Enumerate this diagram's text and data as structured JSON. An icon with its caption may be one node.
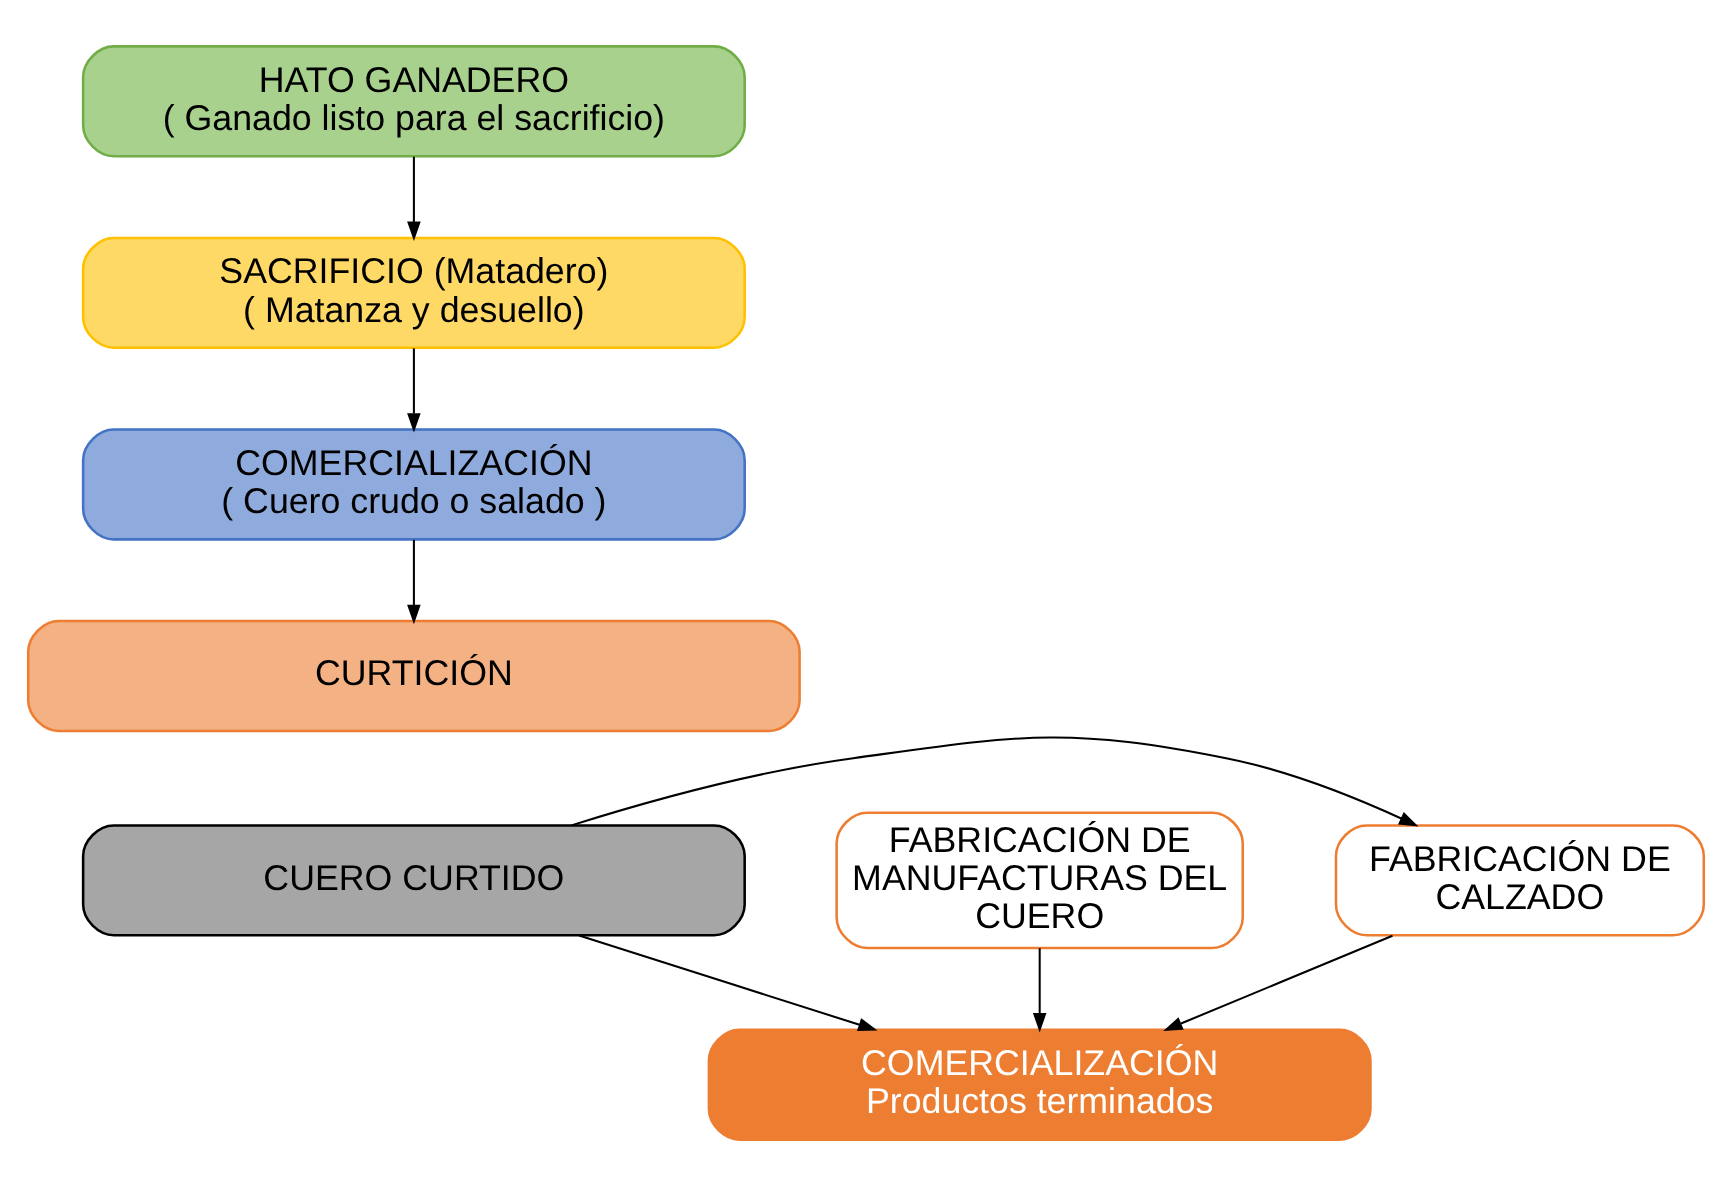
{
  "diagram": {
    "nodes": [
      {
        "text": [
          "HATO GANADERO",
          "( Ganado listo para el sacrificio)"
        ]
      },
      {
        "text": [
          "SACRIFICIO (Matadero)",
          "( Matanza y desuello)"
        ]
      },
      {
        "text": [
          "COMERCIALIZACIÓN",
          "( Cuero crudo o salado )"
        ]
      },
      {
        "text": [
          "CURTICIÓN"
        ]
      },
      {
        "text": [
          "FABRICACIÓN DE CALZADO"
        ]
      },
      {
        "text": [
          "CUERO CURTIDO"
        ]
      },
      {
        "text": [
          "FABRICACIÓN DE MANUFACTURAS DEL CUERO"
        ]
      },
      {
        "text": [
          "COMERCIALIZACIÓN",
          "Productos terminados"
        ]
      }
    ],
    "edges": [
      {
        "from": 0,
        "to": 1,
        "arrow": "to"
      },
      {
        "from": 1,
        "to": 2,
        "arrow": "to"
      },
      {
        "from": 2,
        "to": 3,
        "arrow": "to"
      },
      {
        "from": 5,
        "to": 4,
        "arrow": "to"
      },
      {
        "from": 5,
        "to": 7,
        "arrow": "to"
      },
      {
        "from": 4,
        "to": 7,
        "arrow": "to"
      },
      {
        "from": 6,
        "to": 7,
        "arrow": "to"
      }
    ]
  }
}
